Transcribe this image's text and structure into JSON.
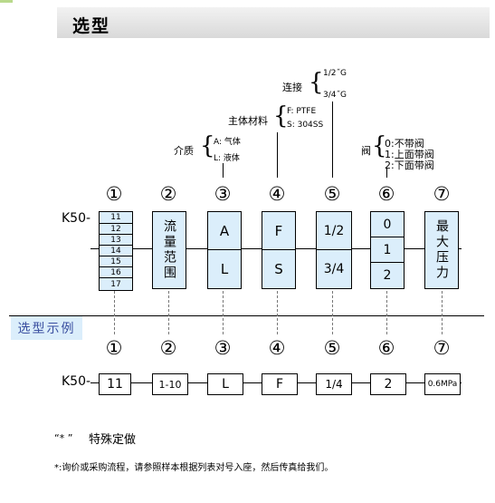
{
  "title": "选型",
  "model_prefix": "K50-",
  "connection": {
    "label": "连接",
    "options": [
      "1/2˝G",
      "3/4˝G"
    ]
  },
  "material": {
    "label": "主体材料",
    "options": [
      "F: PTFE",
      "S: 304SS"
    ]
  },
  "medium": {
    "label": "介质",
    "options": [
      "A: 气体",
      "L: 液体"
    ]
  },
  "valve": {
    "label": "阀",
    "options": [
      "0:不带阀",
      "1:上面带阀",
      "2:下面带阀"
    ]
  },
  "numbers": [
    "①",
    "②",
    "③",
    "④",
    "⑤",
    "⑥",
    "⑦"
  ],
  "sizes": [
    "11",
    "12",
    "13",
    "14",
    "15",
    "16",
    "17"
  ],
  "flow_range": "流量范围",
  "medium_codes": [
    "A",
    "L"
  ],
  "material_codes": [
    "F",
    "S"
  ],
  "connection_codes": [
    "1/2",
    "3/4"
  ],
  "valve_codes": [
    "0",
    "1",
    "2"
  ],
  "max_pressure": "最大压力",
  "example_tag": "选型示例",
  "example_values": [
    "11",
    "1-10",
    "L",
    "F",
    "1/4",
    "2",
    "0.6MPa"
  ],
  "note_symbol": "“* ”",
  "note_special": "特殊定做",
  "note_instruction": "*:询价或采购流程，请参照样本根据列表对号入座，然后传真给我们。",
  "colors": {
    "box_fill": "#dbeefb",
    "tag_text": "#3a4fa0",
    "header": "#e0e0e0"
  }
}
